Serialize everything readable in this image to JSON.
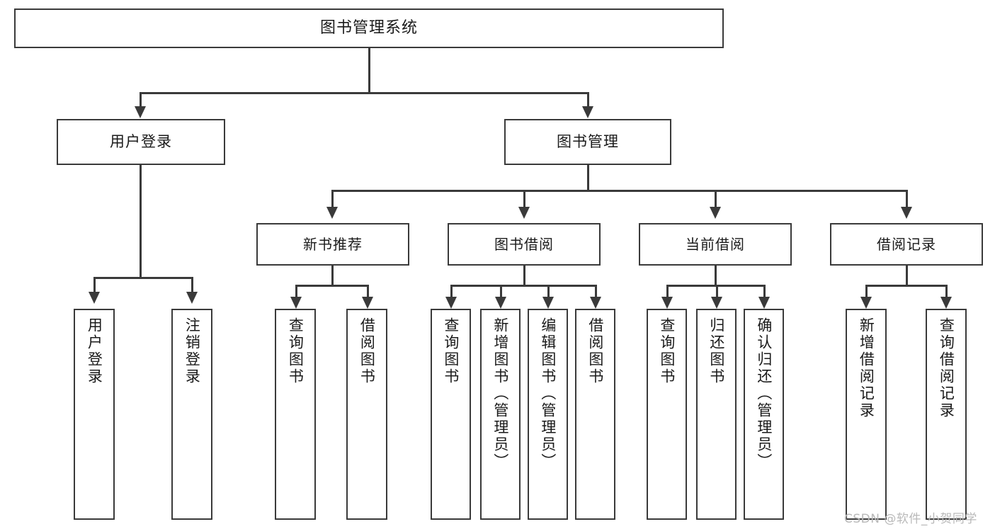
{
  "diagram": {
    "title": "图书管理系统",
    "type": "功能结构图",
    "root": {
      "label": "图书管理系统"
    },
    "level2": [
      {
        "label": "用户登录"
      },
      {
        "label": "图书管理"
      }
    ],
    "level3": [
      {
        "label": "新书推荐"
      },
      {
        "label": "图书借阅"
      },
      {
        "label": "当前借阅"
      },
      {
        "label": "借阅记录"
      }
    ],
    "leaves": {
      "user_login": [
        {
          "label": "用户登录"
        },
        {
          "label": "注销登录"
        }
      ],
      "new_book": [
        {
          "label": "查询图书"
        },
        {
          "label": "借阅图书"
        }
      ],
      "book_borrow": [
        {
          "label": "查询图书"
        },
        {
          "label": "新增图书（管理员）"
        },
        {
          "label": "编辑图书（管理员）"
        },
        {
          "label": "借阅图书"
        }
      ],
      "current_borrow": [
        {
          "label": "查询图书"
        },
        {
          "label": "归还图书"
        },
        {
          "label": "确认归还（管理员）"
        }
      ],
      "borrow_record": [
        {
          "label": "新增借阅记录"
        },
        {
          "label": "查询借阅记录"
        }
      ]
    }
  },
  "watermark": {
    "text": "CSDN @软件_小贺同学"
  },
  "colors": {
    "stroke": "#3a3a3a",
    "background": "#ffffff",
    "text": "#1a1a1a",
    "watermark": "#b9b9b9"
  }
}
